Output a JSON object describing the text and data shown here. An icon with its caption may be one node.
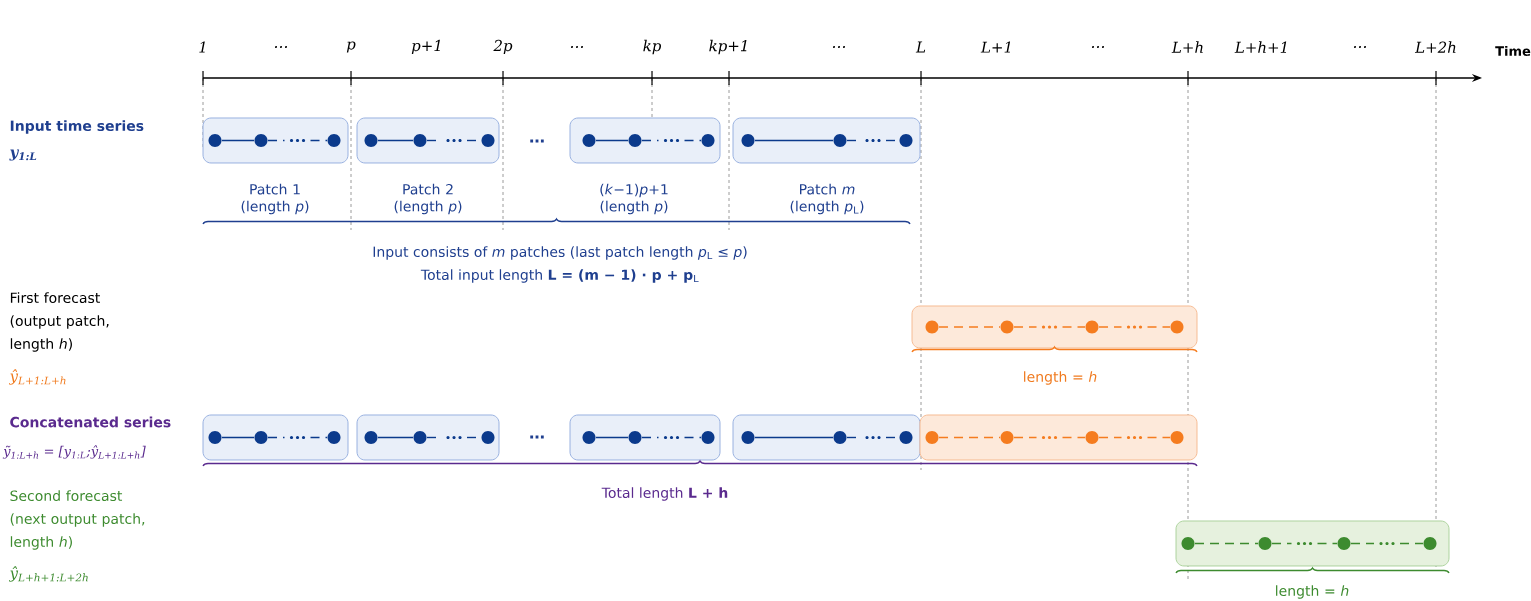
{
  "diagram": {
    "nodes": [
      {
        "text": [],
        "shape": "box",
        "beside": [
          "Patch 1 (length *p*)"
        ]
      },
      {
        "text": [],
        "shape": "box",
        "beside": [
          "Patch 2 (length *p*)"
        ]
      },
      {
        "text": [],
        "shape": "box",
        "beside": [
          "(*k*−1)*p*+1 (length *p*)"
        ]
      },
      {
        "text": [],
        "shape": "box",
        "beside": [
          "Patch *m* (length *p*$_{L}$)"
        ]
      },
      {
        "text": [],
        "shape": "box",
        "beside": [
          "length = *h*"
        ]
      },
      {
        "text": [],
        "shape": "box"
      },
      {
        "text": [],
        "shape": "box"
      },
      {
        "text": [],
        "shape": "box"
      },
      {
        "text": [],
        "shape": "box"
      },
      {
        "text": [],
        "shape": "box"
      },
      {
        "text": [],
        "shape": "box",
        "beside": [
          "length = *h*"
        ]
      }
    ],
    "labels": [
      "1",
      "…",
      "p",
      "p+1",
      "2p",
      "…",
      "kp",
      "kp+1",
      "…",
      "L",
      "L+1",
      "…",
      "L+h",
      "L+h+1",
      "…",
      "L+2h",
      "Time",
      "Input time series",
      "y$_{1:L}$",
      "…",
      "Input consists of *m* patches (last patch length *p*$_{L}$ ≤ *p*)",
      "Total input length **L = (m − 1) · p + p**$_{L}$",
      "First forecast (output patch, length *h*)",
      "ŷ$_{L+1:L+h}$",
      "Concatenated series",
      "ỹ$_{1:L+h}$ = [y$_{1:L}$;ŷ$_{L+1:L+h}$]",
      "…",
      "Total length **L + h**",
      "Second forecast (next output patch, length *h*)",
      "ŷ$_{L+h+1:L+2h}$"
    ]
  }
}
